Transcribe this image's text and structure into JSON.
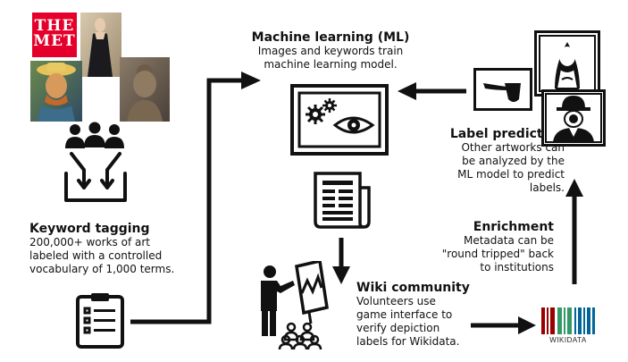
{
  "met_logo": {
    "line1": "THE",
    "line2": "MET"
  },
  "keyword_tagging": {
    "title": "Keyword tagging",
    "lines": [
      "200,000+ works of art",
      "labeled with a controlled",
      "vocabulary of 1,000 terms."
    ]
  },
  "machine_learning": {
    "title": "Machine learning (ML)",
    "lines": [
      "Images and keywords train",
      "machine learning model."
    ]
  },
  "label_prediction": {
    "title": "Label prediction",
    "lines": [
      "Other artworks can",
      "be analyzed by the",
      "ML model to predict",
      "labels."
    ]
  },
  "enrichment": {
    "title": "Enrichment",
    "lines": [
      "Metadata can be",
      "\"round tripped\" back",
      "to institutions"
    ]
  },
  "wiki_community": {
    "title": "Wiki community",
    "lines": [
      "Volunteers use",
      "game interface to",
      "verify depiction",
      "labels for Wikidata."
    ]
  },
  "wikidata_logo": {
    "label": "WIKIDATA"
  },
  "colors": {
    "met_red": "#e4002b",
    "ink": "#111111"
  },
  "icons": [
    "met-logo",
    "painting-thumbnails",
    "people-icon",
    "funnel-arrows-icon",
    "clipboard-checklist-icon",
    "monitor-gears-eye-icon",
    "newspaper-icon",
    "presenter-audience-icon",
    "wikidata-logo",
    "pipe-painting-icon",
    "mona-lisa-icon",
    "bowler-hat-man-icon"
  ]
}
